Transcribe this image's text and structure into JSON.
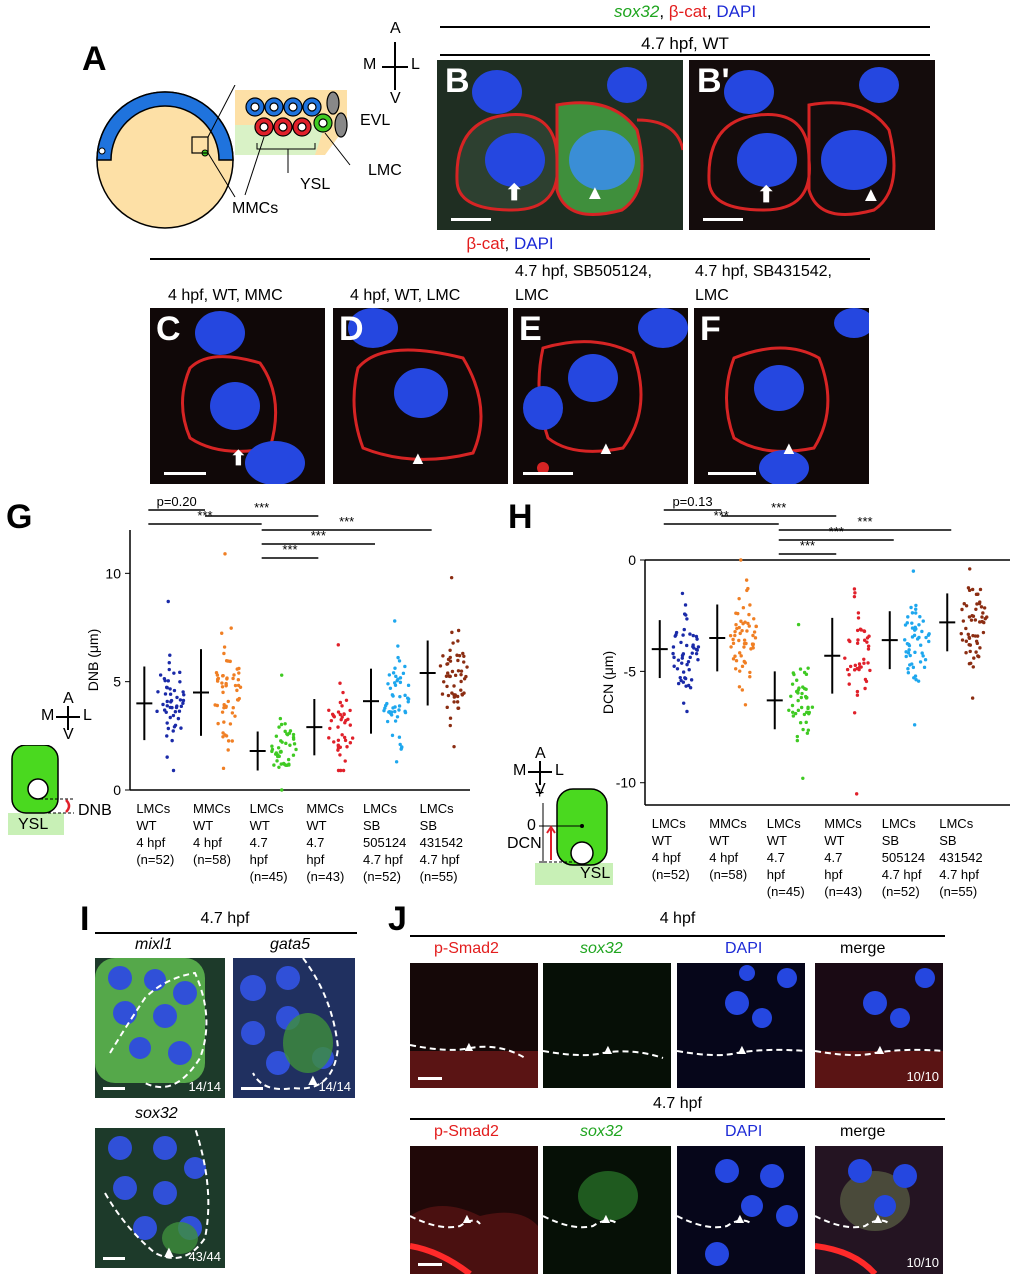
{
  "panels": {
    "A": "A",
    "B": "B",
    "Bp": "B'",
    "C": "C",
    "D": "D",
    "E": "E",
    "F": "F",
    "G": "G",
    "H": "H",
    "I": "I",
    "J": "J"
  },
  "axes_compass": {
    "a": "A",
    "v": "V",
    "m": "M",
    "l": "L"
  },
  "panelA": {
    "evl": "EVL",
    "lmc": "LMC",
    "mmcs": "MMCs",
    "ysl": "YSL"
  },
  "panelB": {
    "stain_sox32": "sox32",
    "stain_bcat": "β-cat",
    "stain_dapi": "DAPI",
    "sep1": ",",
    "sep2": ",",
    "condition": "4.7 hpf, WT"
  },
  "panelCF": {
    "stain_bcat": "β-cat",
    "sep": ",",
    "stain_dapi": "DAPI",
    "C_title": "4 hpf, WT, MMC",
    "D_title": "4 hpf, WT, LMC",
    "E_title_1": "4.7 hpf, SB505124,",
    "E_title_2": "LMC",
    "F_title_1": "4.7 hpf, SB431542,",
    "F_title_2": "LMC"
  },
  "chart_data": [
    {
      "type": "scatter",
      "panel": "G",
      "ylabel": "DNB (μm)",
      "ylim": [
        0,
        12
      ],
      "yticks": [
        0,
        5,
        10
      ],
      "categories": [
        [
          "LMCs",
          "WT",
          "4 hpf",
          "(n=52)"
        ],
        [
          "MMCs",
          "WT",
          "4 hpf",
          "(n=58)"
        ],
        [
          "LMCs",
          "WT",
          "4.7 hpf",
          "(n=45)"
        ],
        [
          "MMCs",
          "WT",
          "4.7 hpf",
          "(n=43)"
        ],
        [
          "LMCs",
          "SB",
          "505124",
          "4.7 hpf",
          "(n=52)"
        ],
        [
          "LMCs",
          "SB",
          "431542",
          "4.7 hpf",
          "(n=55)"
        ]
      ],
      "series": [
        {
          "n": 52,
          "mean": 4.0,
          "sd": 1.7,
          "min": 0.9,
          "max": 8.7,
          "color": "#1a2aa8"
        },
        {
          "n": 58,
          "mean": 4.5,
          "sd": 2.0,
          "min": 1.0,
          "max": 10.9,
          "color": "#f07f24"
        },
        {
          "n": 45,
          "mean": 1.8,
          "sd": 0.9,
          "min": 0.0,
          "max": 5.3,
          "color": "#3fca23"
        },
        {
          "n": 43,
          "mean": 2.9,
          "sd": 1.3,
          "min": 0.9,
          "max": 6.7,
          "color": "#e0202a"
        },
        {
          "n": 52,
          "mean": 4.1,
          "sd": 1.5,
          "min": 1.3,
          "max": 7.8,
          "color": "#1ea7ee"
        },
        {
          "n": 55,
          "mean": 5.4,
          "sd": 1.5,
          "min": 2.0,
          "max": 9.8,
          "color": "#8b2d12"
        }
      ],
      "comparisons": [
        {
          "label": "p=0.20",
          "from": 0,
          "to": 1
        },
        {
          "label": "***",
          "from": 0,
          "to": 2
        },
        {
          "label": "***",
          "from": 1,
          "to": 3
        },
        {
          "label": "***",
          "from": 2,
          "to": 5
        },
        {
          "label": "***",
          "from": 2,
          "to": 4
        },
        {
          "label": "***",
          "from": 2,
          "to": 3
        }
      ]
    },
    {
      "type": "scatter",
      "panel": "H",
      "ylabel": "DCN (μm)",
      "ylim": [
        -11,
        0
      ],
      "yticks": [
        0,
        -5,
        -10
      ],
      "categories": [
        [
          "LMCs",
          "WT",
          "4 hpf",
          "(n=52)"
        ],
        [
          "MMCs",
          "WT",
          "4 hpf",
          "(n=58)"
        ],
        [
          "LMCs",
          "WT",
          "4.7 hpf",
          "(n=45)"
        ],
        [
          "MMCs",
          "WT",
          "4.7 hpf",
          "(n=43)"
        ],
        [
          "LMCs",
          "SB",
          "505124",
          "4.7 hpf",
          "(n=52)"
        ],
        [
          "LMCs",
          "SB",
          "431542",
          "4.7 hpf",
          "(n=55)"
        ]
      ],
      "series": [
        {
          "n": 52,
          "mean": -4.0,
          "sd": 1.3,
          "min": -6.8,
          "max": -1.5,
          "color": "#1a2aa8"
        },
        {
          "n": 58,
          "mean": -3.5,
          "sd": 1.5,
          "min": -6.5,
          "max": 0.0,
          "color": "#f07f24"
        },
        {
          "n": 45,
          "mean": -6.3,
          "sd": 1.3,
          "min": -9.8,
          "max": -2.9,
          "color": "#3fca23"
        },
        {
          "n": 43,
          "mean": -4.3,
          "sd": 1.7,
          "min": -10.5,
          "max": -1.3,
          "color": "#e0202a"
        },
        {
          "n": 52,
          "mean": -3.6,
          "sd": 1.3,
          "min": -7.4,
          "max": -0.5,
          "color": "#1ea7ee"
        },
        {
          "n": 55,
          "mean": -2.8,
          "sd": 1.3,
          "min": -6.2,
          "max": -0.4,
          "color": "#8b2d12"
        }
      ],
      "comparisons": [
        {
          "label": "p=0.13",
          "from": 0,
          "to": 1
        },
        {
          "label": "***",
          "from": 0,
          "to": 2
        },
        {
          "label": "***",
          "from": 1,
          "to": 3
        },
        {
          "label": "***",
          "from": 2,
          "to": 5
        },
        {
          "label": "***",
          "from": 2,
          "to": 4
        },
        {
          "label": "***",
          "from": 2,
          "to": 3
        }
      ]
    }
  ],
  "schematicG": {
    "dnb": "DNB",
    "ysl": "YSL"
  },
  "schematicH": {
    "plus": "+",
    "zero": "0",
    "minus": "-",
    "dcn": "DCN",
    "ysl": "YSL"
  },
  "panelI": {
    "stage": "4.7 hpf",
    "mixl1": "mixl1",
    "gata5": "gata5",
    "sox32": "sox32",
    "r1": "14/14",
    "r2": "14/14",
    "r3": "43/44"
  },
  "panelJ": {
    "stage1": "4 hpf",
    "stage2": "4.7 hpf",
    "psmad": "p-Smad2",
    "sox32": "sox32",
    "dapi": "DAPI",
    "merge": "merge",
    "ratio1": "10/10",
    "ratio2": "10/10"
  }
}
